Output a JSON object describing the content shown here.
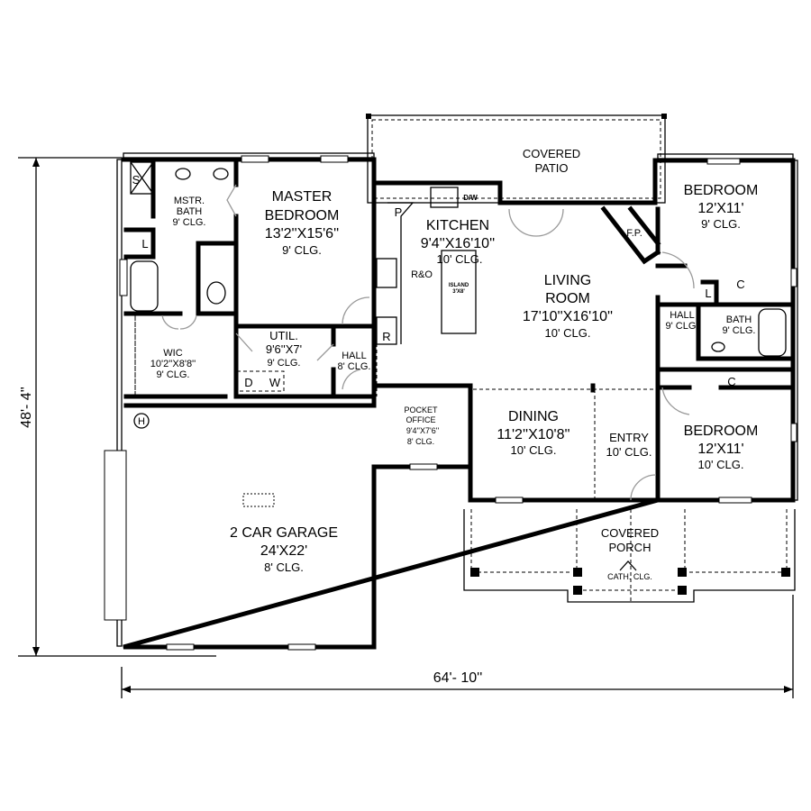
{
  "rooms": {
    "master_bedroom": {
      "name_1": "MASTER",
      "name_2": "BEDROOM",
      "size": "13'2''X15'6''",
      "ceiling": "9' CLG."
    },
    "master_bath": {
      "name_1": "MSTR.",
      "name_2": "BATH",
      "ceiling": "9' CLG."
    },
    "wic": {
      "name": "WIC",
      "size": "10'2''X8'8''",
      "ceiling": "9' CLG."
    },
    "util": {
      "name": "UTIL.",
      "size": "9'6''X7'",
      "ceiling": "9' CLG."
    },
    "hall_left": {
      "name": "HALL",
      "ceiling": "8' CLG."
    },
    "kitchen": {
      "name": "KITCHEN",
      "size": "9'4''X16'10''",
      "ceiling": "10' CLG."
    },
    "island": {
      "name": "ISLAND",
      "size": "3'X8'"
    },
    "covered_patio": {
      "name_1": "COVERED",
      "name_2": "PATIO"
    },
    "living_room": {
      "name_1": "LIVING",
      "name_2": "ROOM",
      "size": "17'10''X16'10''",
      "ceiling": "10' CLG."
    },
    "bedroom_1": {
      "name": "BEDROOM",
      "size": "12'X11'",
      "ceiling": "9' CLG."
    },
    "hall_right": {
      "name": "HALL",
      "ceiling": "9' CLG."
    },
    "bath": {
      "name": "BATH",
      "ceiling": "9' CLG."
    },
    "bedroom_2": {
      "name": "BEDROOM",
      "size": "12'X11'",
      "ceiling": "10' CLG."
    },
    "pocket_office": {
      "name_1": "POCKET",
      "name_2": "OFFICE",
      "size": "9'4''X7'6''",
      "ceiling": "8' CLG."
    },
    "dining": {
      "name": "DINING",
      "size": "11'2''X10'8''",
      "ceiling": "10' CLG."
    },
    "entry": {
      "name": "ENTRY",
      "ceiling": "10' CLG."
    },
    "garage": {
      "name": "2 CAR GARAGE",
      "size": "24'X22'",
      "ceiling": "8' CLG."
    },
    "covered_porch": {
      "name_1": "COVERED",
      "name_2": "PORCH",
      "ceiling": "CATH. CLG."
    }
  },
  "fixtures": {
    "shower": "S",
    "linen_1": "L",
    "linen_2": "L",
    "pantry": "P",
    "range_oven": "R&O",
    "refrigerator": "R",
    "dishwasher": "D/W",
    "fireplace": "F.P.",
    "dryer": "D",
    "washer": "W",
    "water_heater": "H",
    "closet_1": "C",
    "closet_2": "C"
  },
  "dimensions": {
    "depth": "48'- 4''",
    "width": "64'- 10''"
  }
}
